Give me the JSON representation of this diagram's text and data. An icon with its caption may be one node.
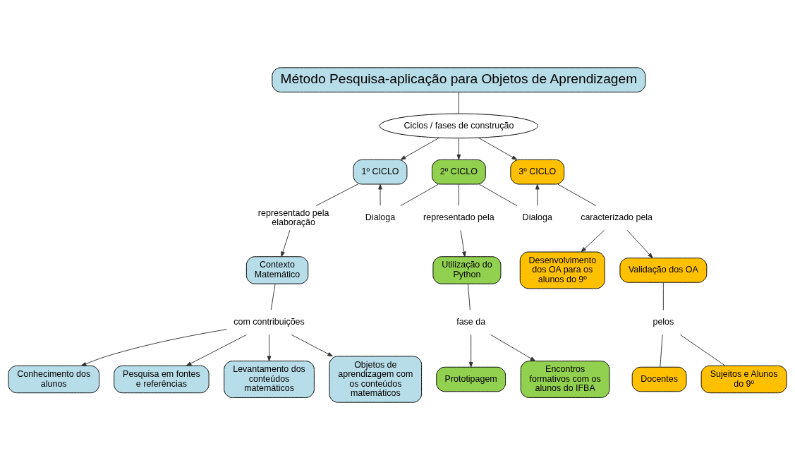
{
  "diagram": {
    "nodes": [
      {
        "text": [
          "Método Pesquisa-aplicação para Objetos de Aprendizagem"
        ]
      },
      {
        "text": [
          "Ciclos / fases de construção"
        ]
      },
      {
        "text": [
          "1º CICLO"
        ]
      },
      {
        "text": [
          "2º CICLO"
        ]
      },
      {
        "text": [
          "3º CICLO"
        ]
      },
      {
        "text": [
          "Dialoga"
        ]
      },
      {
        "text": [
          "Dialoga"
        ]
      },
      {
        "text": [
          "representado pela elaboração"
        ]
      },
      {
        "text": [
          "Contexto Matemático"
        ]
      },
      {
        "text": [
          "com contribuições"
        ]
      },
      {
        "text": [
          "Conhecimento dos alunos"
        ]
      },
      {
        "text": [
          "Pesquisa em fontes e referências"
        ]
      },
      {
        "text": [
          "Levantamento dos conteúdos matemáticos"
        ]
      },
      {
        "text": [
          "Objetos de aprendizagem com os conteúdos matemáticos"
        ]
      },
      {
        "text": [
          "representado pela"
        ]
      },
      {
        "text": [
          "Utilização do Python"
        ]
      },
      {
        "text": [
          "fase da"
        ]
      },
      {
        "text": [
          "Prototipagem"
        ]
      },
      {
        "text": [
          "Encontros formativos com os alunos do IFBA"
        ]
      },
      {
        "text": [
          "caracterizado pela"
        ]
      },
      {
        "text": [
          "Desenvolvimento dos OA para os alunos do 9º"
        ]
      },
      {
        "text": [
          "Validação dos OA"
        ]
      },
      {
        "text": [
          "pelos"
        ]
      },
      {
        "text": [
          "Docentes"
        ]
      },
      {
        "text": [
          "Sujeitos e Alunos do 9º"
        ]
      }
    ],
    "edges": [
      {
        "from": 0,
        "to": 1,
        "arrow": "none"
      },
      {
        "from": 1,
        "to": 2,
        "arrow": "to"
      },
      {
        "from": 1,
        "to": 3,
        "arrow": "to"
      },
      {
        "from": 1,
        "to": 4,
        "arrow": "to"
      },
      {
        "from": 3,
        "to": 5,
        "arrow": "none"
      },
      {
        "from": 5,
        "to": 2,
        "arrow": "to"
      },
      {
        "from": 3,
        "to": 6,
        "arrow": "none"
      },
      {
        "from": 6,
        "to": 4,
        "arrow": "to"
      },
      {
        "from": 2,
        "to": 7,
        "arrow": "none"
      },
      {
        "from": 7,
        "to": 8,
        "arrow": "to"
      },
      {
        "from": 8,
        "to": 9,
        "arrow": "none"
      },
      {
        "from": 9,
        "to": 10,
        "arrow": "to"
      },
      {
        "from": 9,
        "to": 11,
        "arrow": "to"
      },
      {
        "from": 9,
        "to": 12,
        "arrow": "to"
      },
      {
        "from": 9,
        "to": 13,
        "arrow": "to"
      },
      {
        "from": 3,
        "to": 14,
        "arrow": "none"
      },
      {
        "from": 14,
        "to": 15,
        "arrow": "to"
      },
      {
        "from": 15,
        "to": 16,
        "arrow": "none"
      },
      {
        "from": 16,
        "to": 17,
        "arrow": "to"
      },
      {
        "from": 16,
        "to": 18,
        "arrow": "to"
      },
      {
        "from": 4,
        "to": 19,
        "arrow": "none"
      },
      {
        "from": 19,
        "to": 20,
        "arrow": "to"
      },
      {
        "from": 19,
        "to": 21,
        "arrow": "to"
      },
      {
        "from": 21,
        "to": 22,
        "arrow": "none"
      },
      {
        "from": 22,
        "to": 23,
        "arrow": "none"
      },
      {
        "from": 22,
        "to": 24,
        "arrow": "none"
      }
    ]
  }
}
